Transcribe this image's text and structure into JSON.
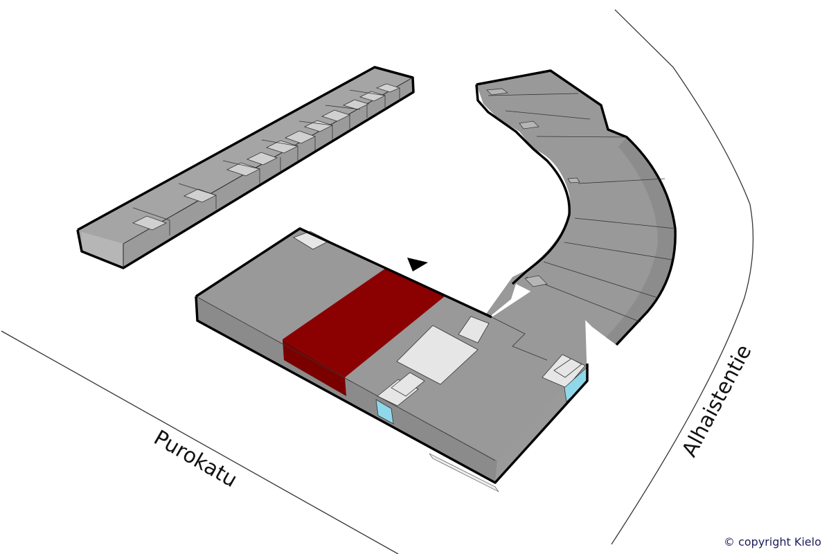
{
  "map": {
    "streets": [
      {
        "name": "Purokatu"
      },
      {
        "name": "Alhaistentie"
      }
    ],
    "selected_unit_marker": "triangle-pointer",
    "colors": {
      "roof": "#9a9a9a",
      "roof_light": "#a8a8a8",
      "wall_dark": "#8a8a8a",
      "wall_side": "#b9b9b9",
      "selected_unit": "#8b0000",
      "selected_unit_wall": "#7a0000",
      "roof_hatch": "#e6e6e6",
      "glass": "#8fd8ea",
      "street_line": "#333333"
    },
    "buildings": [
      {
        "id": "row-building-northwest"
      },
      {
        "id": "curved-building-east"
      },
      {
        "id": "main-building-south",
        "highlighted_unit": true
      }
    ]
  },
  "footer": {
    "copyright": "© copyright Kielo"
  }
}
